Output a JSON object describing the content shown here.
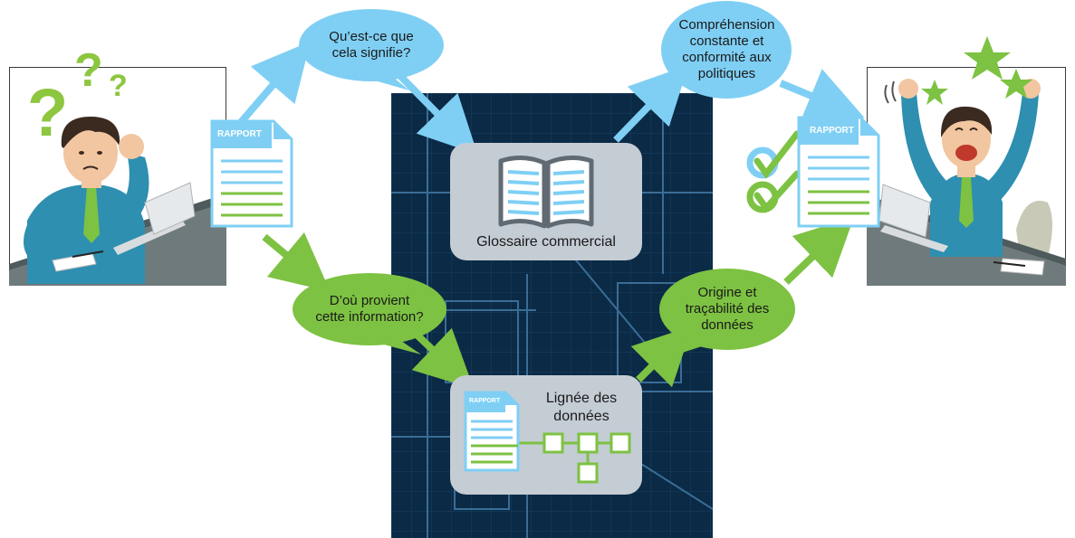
{
  "bubbles": {
    "meaning": "Qu’est-ce que\ncela signifie?",
    "compliance": "Compréhension\nconstante et\nconformité aux\npolitiques",
    "source": "D’où provient\ncette information?",
    "lineage_origin": "Origine et\ntraçabilité des\ndonnées"
  },
  "boxes": {
    "glossary": "Glossaire commercial",
    "lineage": "Lignée des\ndonnées"
  },
  "documents": {
    "label": "RAPPORT"
  },
  "question_marks": [
    "?",
    "?",
    "?"
  ],
  "colors": {
    "blue": "#7fcff4",
    "green": "#7dc242",
    "blueprint": "#0b2a45",
    "box": "#c4ccd4"
  }
}
